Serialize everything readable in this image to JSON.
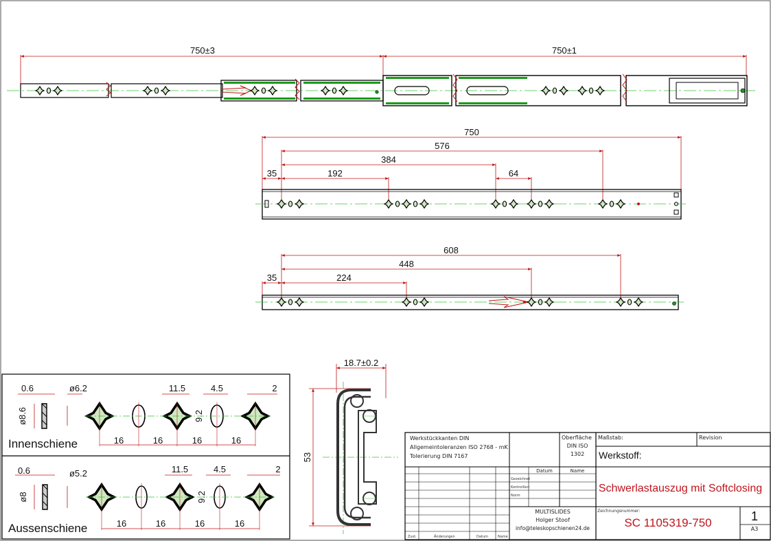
{
  "top_view": {
    "dim_left": "750±3",
    "dim_right": "750±1"
  },
  "middle_view": {
    "dims": [
      "750",
      "576",
      "384",
      "35",
      "192",
      "64"
    ]
  },
  "lower_view": {
    "dims": [
      "608",
      "448",
      "35",
      "224"
    ]
  },
  "profile_section": {
    "width_dim": "18.7±0.2",
    "height_dim": "53"
  },
  "detail_inner": {
    "title": "Innenschiene",
    "d06": "0.6",
    "d62": "ø6.2",
    "d86": "ø8.6",
    "d115": "11.5",
    "d45": "4.5",
    "d92": "9.2",
    "d2": "2",
    "spacings": [
      "16",
      "16",
      "16",
      "16"
    ]
  },
  "detail_outer": {
    "title": "Aussenschiene",
    "d06": "0.6",
    "d52": "ø5.2",
    "d8": "ø8",
    "d115": "11.5",
    "d45": "4.5",
    "d92": "9.2",
    "d2": "2",
    "spacings": [
      "16",
      "16",
      "16",
      "16"
    ]
  },
  "title_block": {
    "note1": "Werkstückkanten DIN",
    "note2": "Allgemeintoleranzen ISO 2768 - mK",
    "note3": "Tolerierung DIN 7167",
    "surface_label": "Oberfläche",
    "surface_std1": "DIN ISO",
    "surface_std2": "1302",
    "scale_label": "Maßstab:",
    "revision_label": "Revision",
    "material_label": "Werkstoff:",
    "datum": "Datum",
    "name": "Name",
    "gezeichnet": "Gezeichnet",
    "kontrolliert": "Kontrolliert",
    "norm": "Norm",
    "company": "MULTISLIDES",
    "person": "Holger Stoof",
    "email": "info@teleskopschienen24.de",
    "description": "Schwerlastauszug mit Softclosing",
    "drawing_no_label": "Zeichnungsnummer:",
    "drawing_no": "SC 1105319-750",
    "sheet_no": "1",
    "format": "A3",
    "zust": "Zust.",
    "aenderungen": "Änderungen",
    "datum2": "Datum",
    "name2": "Name"
  }
}
